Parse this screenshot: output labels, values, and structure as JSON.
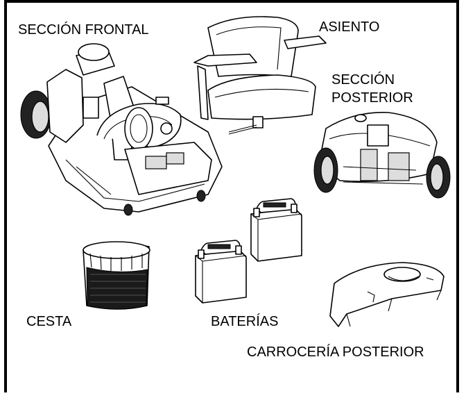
{
  "labels": {
    "front_section": "SECCIÓN FRONTAL",
    "seat": "ASIENTO",
    "rear_section_line1": "SECCIÓN",
    "rear_section_line2": "POSTERIOR",
    "basket": "CESTA",
    "batteries": "BATERÍAS",
    "rear_shroud": "CARROCERÍA POSTERIOR"
  }
}
